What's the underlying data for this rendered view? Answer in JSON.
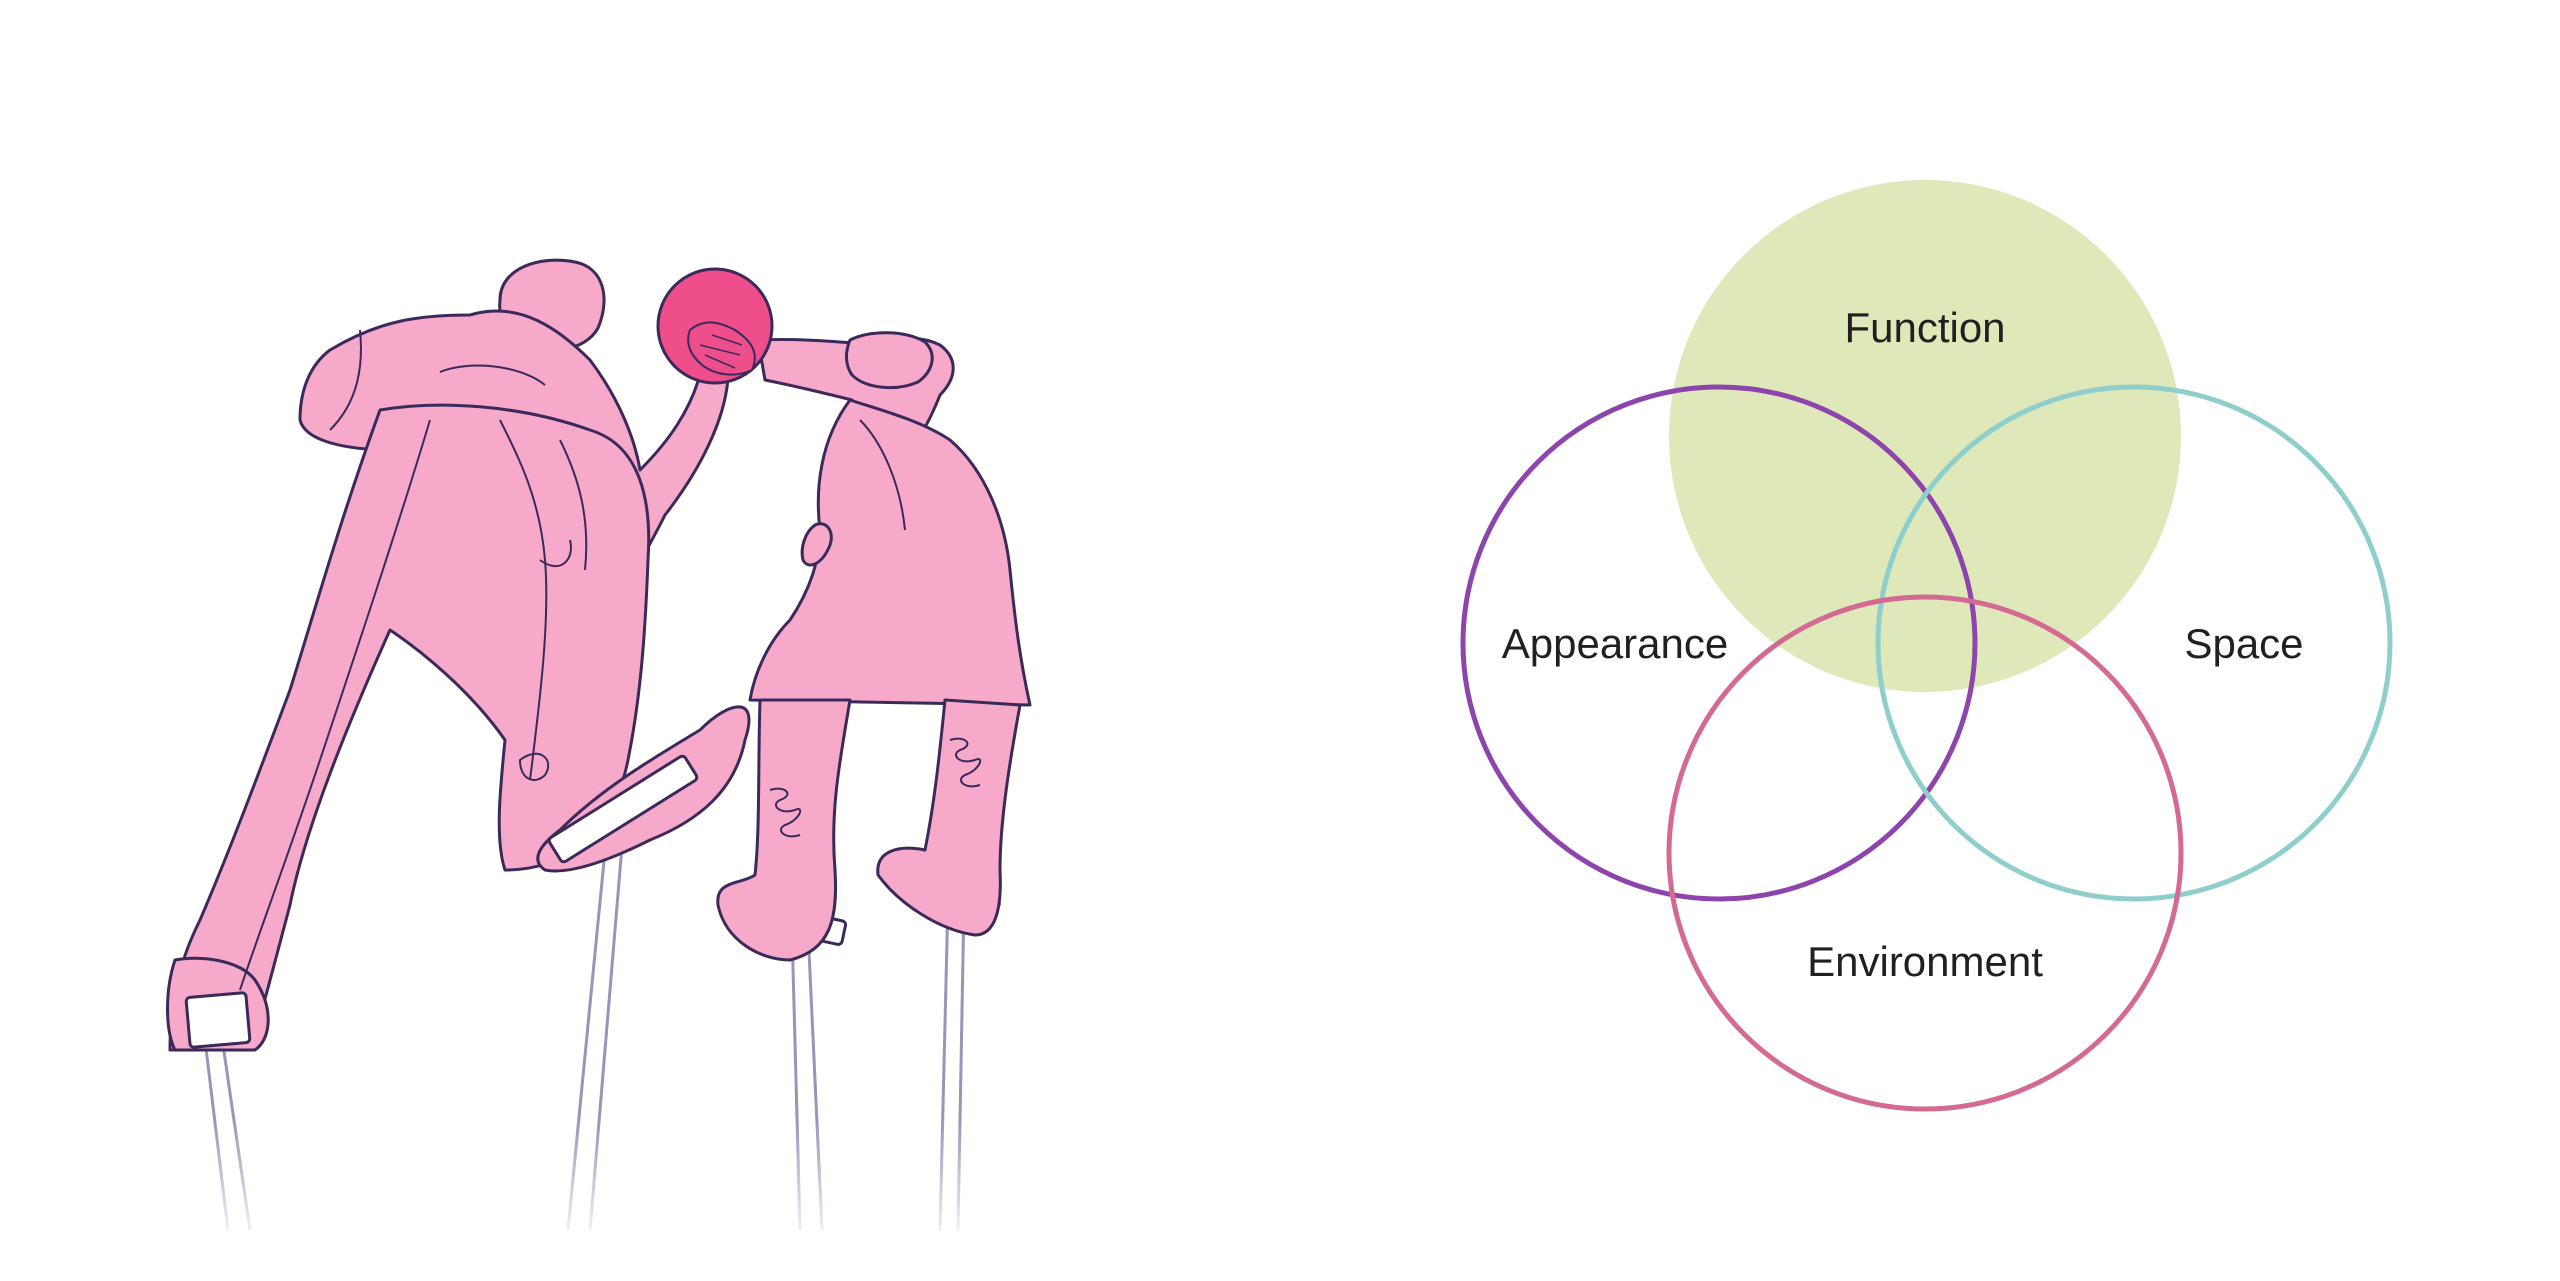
{
  "illustration": {
    "subject": "two-figures-reaching-for-ball",
    "colors": {
      "figure_fill": "#f6a9c8",
      "figure_stroke": "#3a2a5c",
      "ball_fill": "#ee4f8a",
      "stilt_stroke": "#9a95b8"
    }
  },
  "venn": {
    "sets": [
      {
        "label": "Function",
        "color": "#c8d98a",
        "filled": true
      },
      {
        "label": "Appearance",
        "color": "#8e44ad",
        "filled": false
      },
      {
        "label": "Space",
        "color": "#8ecfcc",
        "filled": false
      },
      {
        "label": "Environment",
        "color": "#d46a92",
        "filled": false
      }
    ]
  }
}
